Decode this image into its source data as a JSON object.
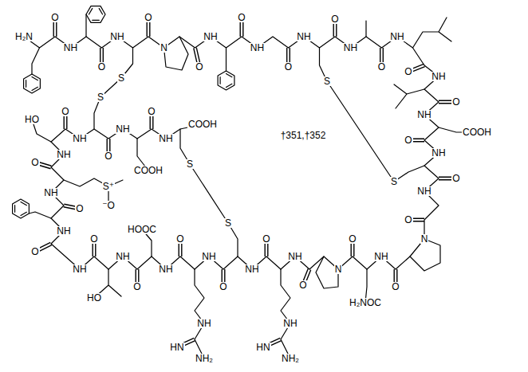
{
  "diagram": {
    "labels": [
      "H₂N",
      "O",
      "NH",
      "O",
      "NH",
      "O",
      "N",
      "O",
      "NH",
      "O",
      "NH",
      "O",
      "NH",
      "S",
      "O",
      "NH",
      "O",
      "NH",
      "S",
      "O",
      "NH",
      "O",
      "NH",
      "COOH",
      "O",
      "NH",
      "S",
      "O",
      "NH",
      "O",
      "N",
      "O",
      "NH",
      "H₂NOC",
      "O",
      "N",
      "O",
      "NH",
      "NH",
      "HN",
      "NH₂",
      "O",
      "NH",
      "S",
      "O",
      "NH",
      "NH",
      "HN",
      "NH₂",
      "O",
      "NH",
      "HOOC",
      "O",
      "NH",
      "HO",
      "O",
      "NH",
      "O",
      "NH",
      "O",
      "NH",
      "S⁺",
      "⁻O",
      "O",
      "NH",
      "HO",
      "O",
      "NH",
      "S",
      "O",
      "NH",
      "COOH",
      "O",
      "NH",
      "COOH",
      "S",
      "†351,†352"
    ]
  }
}
